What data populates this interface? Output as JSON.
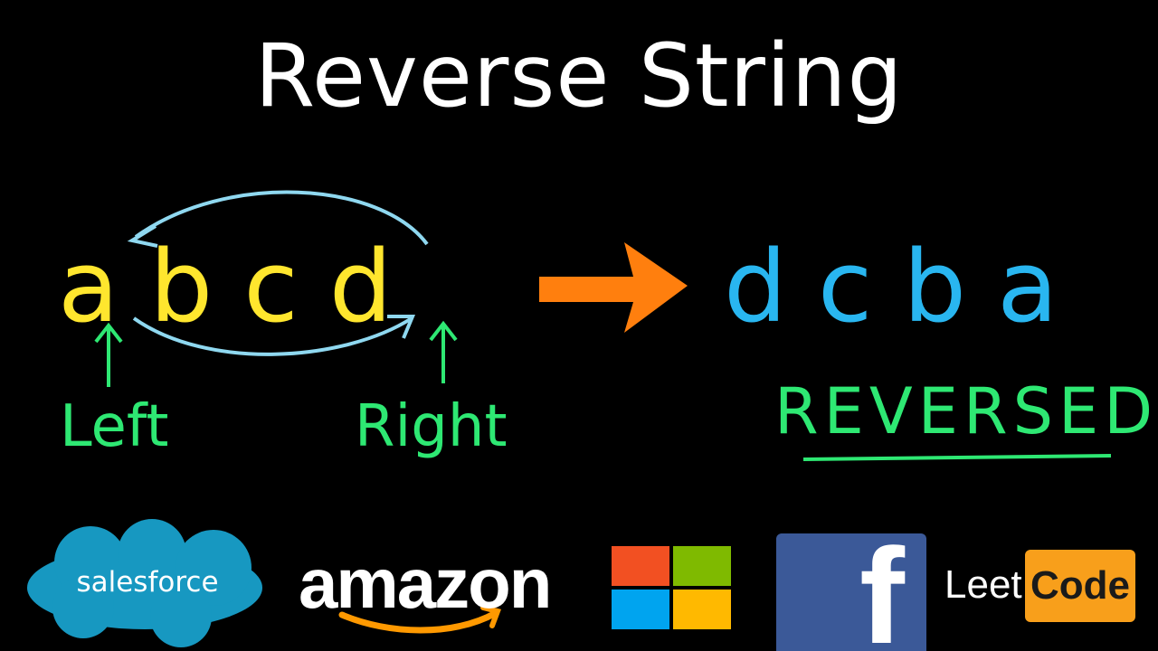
{
  "title": "Reverse String",
  "input_letters": "abcd",
  "output_letters": "dcba",
  "labels": {
    "left": "Left",
    "right": "Right",
    "reversed": "REVERSED"
  },
  "logos": {
    "salesforce": "salesforce",
    "amazon": "amazon",
    "facebook": "f",
    "leetcode_leet": "Leet",
    "leetcode_code": "Code"
  },
  "colors": {
    "input": "#ffe62e",
    "output": "#29b6f0",
    "pointers": "#2ee873",
    "swap_arrows": "#8fd8f0",
    "big_arrow": "#ff7f0e",
    "salesforce": "#1798c1",
    "facebook": "#3b5998",
    "leetcode": "#f89f1b",
    "amazon_smile": "#f90",
    "microsoft": [
      "#f25022",
      "#7fba00",
      "#00a4ef",
      "#ffb900"
    ]
  }
}
